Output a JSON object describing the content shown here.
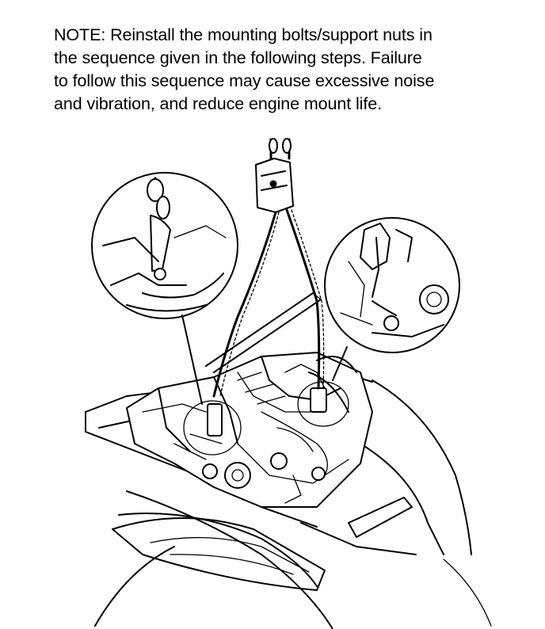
{
  "note": {
    "lines": [
      "NOTE: Reinstall the mounting bolts/support nuts in",
      "the sequence given in the following steps. Failure",
      "to follow this sequence may cause excessive noise",
      "and vibration, and reduce engine mount life."
    ]
  },
  "illustration": {
    "icons": [
      "lifting-chain-icon",
      "engine-icon",
      "detail-magnifier-icon",
      "vehicle-front-icon"
    ]
  }
}
